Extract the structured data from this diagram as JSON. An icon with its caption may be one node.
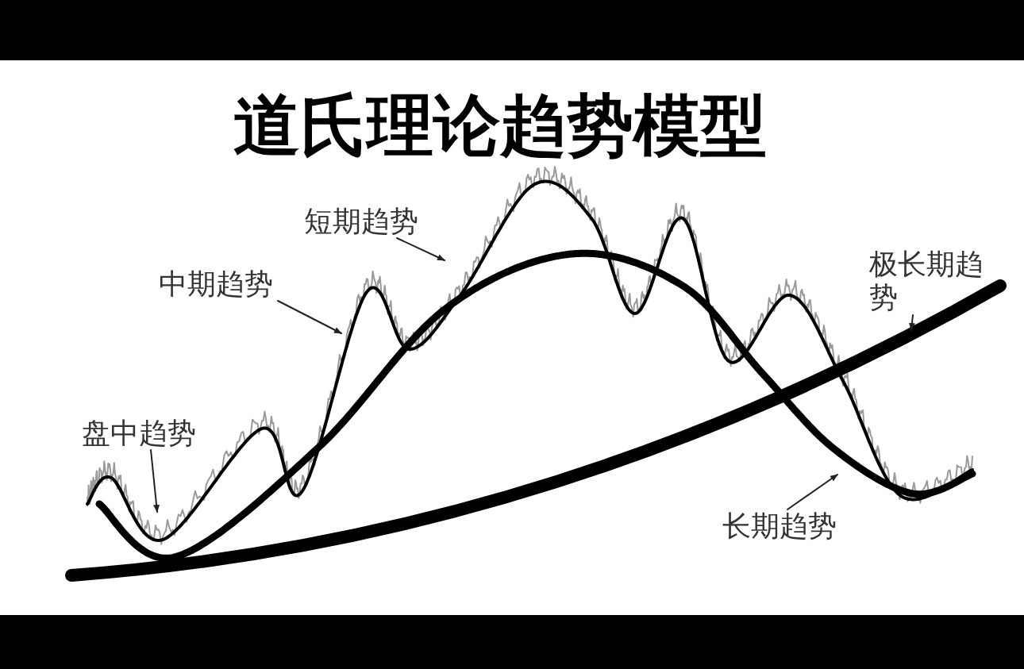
{
  "diagram": {
    "title": "道氏理论趋势模型",
    "nodes": [
      {
        "text": [
          "短期趋势"
        ]
      },
      {
        "text": [
          "中期趋势"
        ]
      },
      {
        "text": [
          "盘中趋势"
        ]
      },
      {
        "text": [
          "长期趋势"
        ]
      },
      {
        "text": [
          "极长期趋势"
        ]
      }
    ],
    "edges": [
      {
        "from": 0,
        "to": null,
        "arrow": "to"
      },
      {
        "from": 1,
        "to": null,
        "arrow": "to"
      },
      {
        "from": 2,
        "to": null,
        "arrow": "to"
      },
      {
        "from": 3,
        "to": null,
        "arrow": "to"
      },
      {
        "from": 4,
        "to": null,
        "arrow": "to"
      }
    ]
  }
}
